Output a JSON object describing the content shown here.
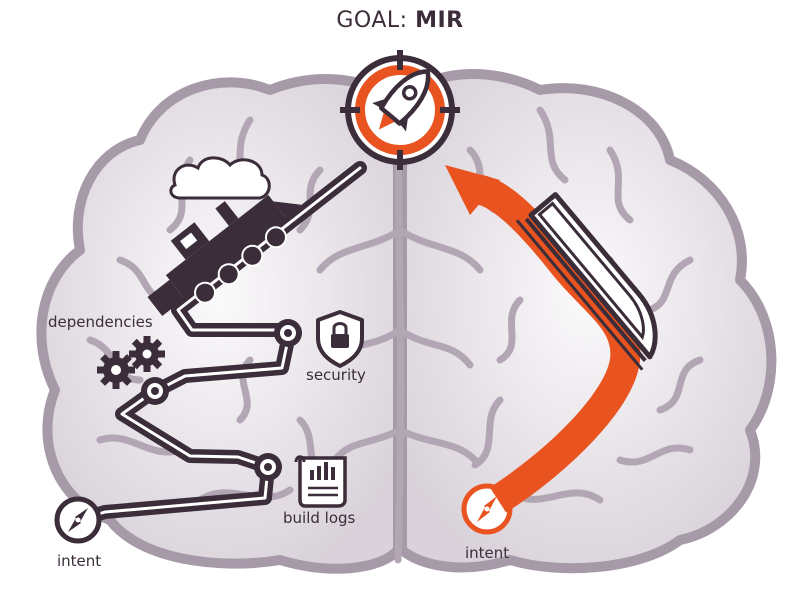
{
  "goal": {
    "prefix": "GOAL:",
    "target": "MIR"
  },
  "labels": {
    "dependencies": "dependencies",
    "security": "security",
    "build_logs": "build logs",
    "intent_left": "intent",
    "intent_right": "intent"
  },
  "colors": {
    "brain_fill": "#ece8ec",
    "brain_stroke": "#a79aa8",
    "fold": "#b3a6b4",
    "path": "#3b2d3a",
    "accent": "#e8531f"
  },
  "icons": [
    "rocket-icon",
    "target-icon",
    "steam-train-icon",
    "bullet-train-icon",
    "gears-icon",
    "shield-lock-icon",
    "document-chart-icon",
    "compass-icon"
  ]
}
